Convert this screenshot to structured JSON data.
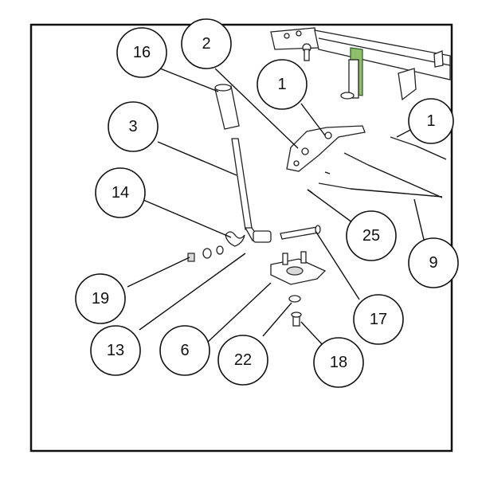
{
  "accent_color": "#f07a1e",
  "callouts": [
    {
      "label": "16"
    },
    {
      "label": "2"
    },
    {
      "label": "1"
    },
    {
      "label": "1"
    },
    {
      "label": "3"
    },
    {
      "label": "14"
    },
    {
      "label": "25"
    },
    {
      "label": "9"
    },
    {
      "label": "19"
    },
    {
      "label": "17"
    },
    {
      "label": "13",
      "highlighted": true
    },
    {
      "label": "6"
    },
    {
      "label": "22"
    },
    {
      "label": "18"
    }
  ]
}
